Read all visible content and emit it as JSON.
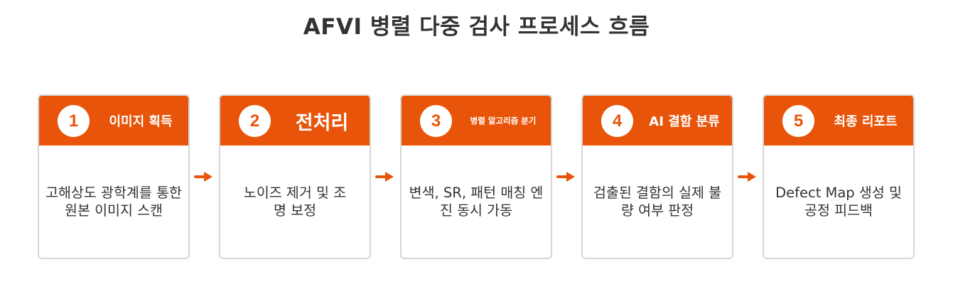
{
  "title": "AFVI 병렬 다중 검사 프로세스 흐름",
  "steps": [
    {
      "number": "1",
      "title": "이미지 획득",
      "description": "고해상도 광학계를 통한 원본 이미지 스캔"
    },
    {
      "number": "2",
      "title": "전처리",
      "description": "노이즈 제거 및 조명 보정"
    },
    {
      "number": "3",
      "title": "병렬 알고리즘 분기",
      "description": "변색, SR, 패턴 매칭 엔진 동시 가동"
    },
    {
      "number": "4",
      "title": "AI 결함 분류",
      "description": "검출된 결함의 실제 불량 여부 판정"
    },
    {
      "number": "5",
      "title": "최종 리포트",
      "description": "Defect Map 생성 및 공정 피드백"
    }
  ],
  "colors": {
    "accent": "#e8550a",
    "border": "#d6d6d6",
    "text": "#333333"
  }
}
